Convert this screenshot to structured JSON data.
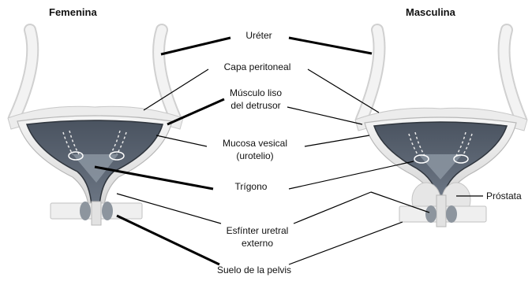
{
  "titles": {
    "female": "Femenina",
    "male": "Masculina"
  },
  "labels": {
    "ureter": "Uréter",
    "peritoneal": "Capa peritoneal",
    "detrusor_1": "Músculo liso",
    "detrusor_2": "del detrusor",
    "mucosa_1": "Mucosa vesical",
    "mucosa_2": "(urotelio)",
    "trigone": "Trígono",
    "prostate": "Próstata",
    "sphincter_1": "Esfínter uretral",
    "sphincter_2": "externo",
    "pelvic_floor": "Suelo de la pelvis"
  },
  "colors": {
    "ureter_fill": "#f1f1f1",
    "ureter_stroke": "#c9c9c9",
    "bladder_wall": "#e4e4e4",
    "bladder_dark": "#3f4752",
    "mucosa": "#7a8593",
    "trigone": "#9aa3ad",
    "sphincter": "#8c949c",
    "leader": "#000000"
  }
}
